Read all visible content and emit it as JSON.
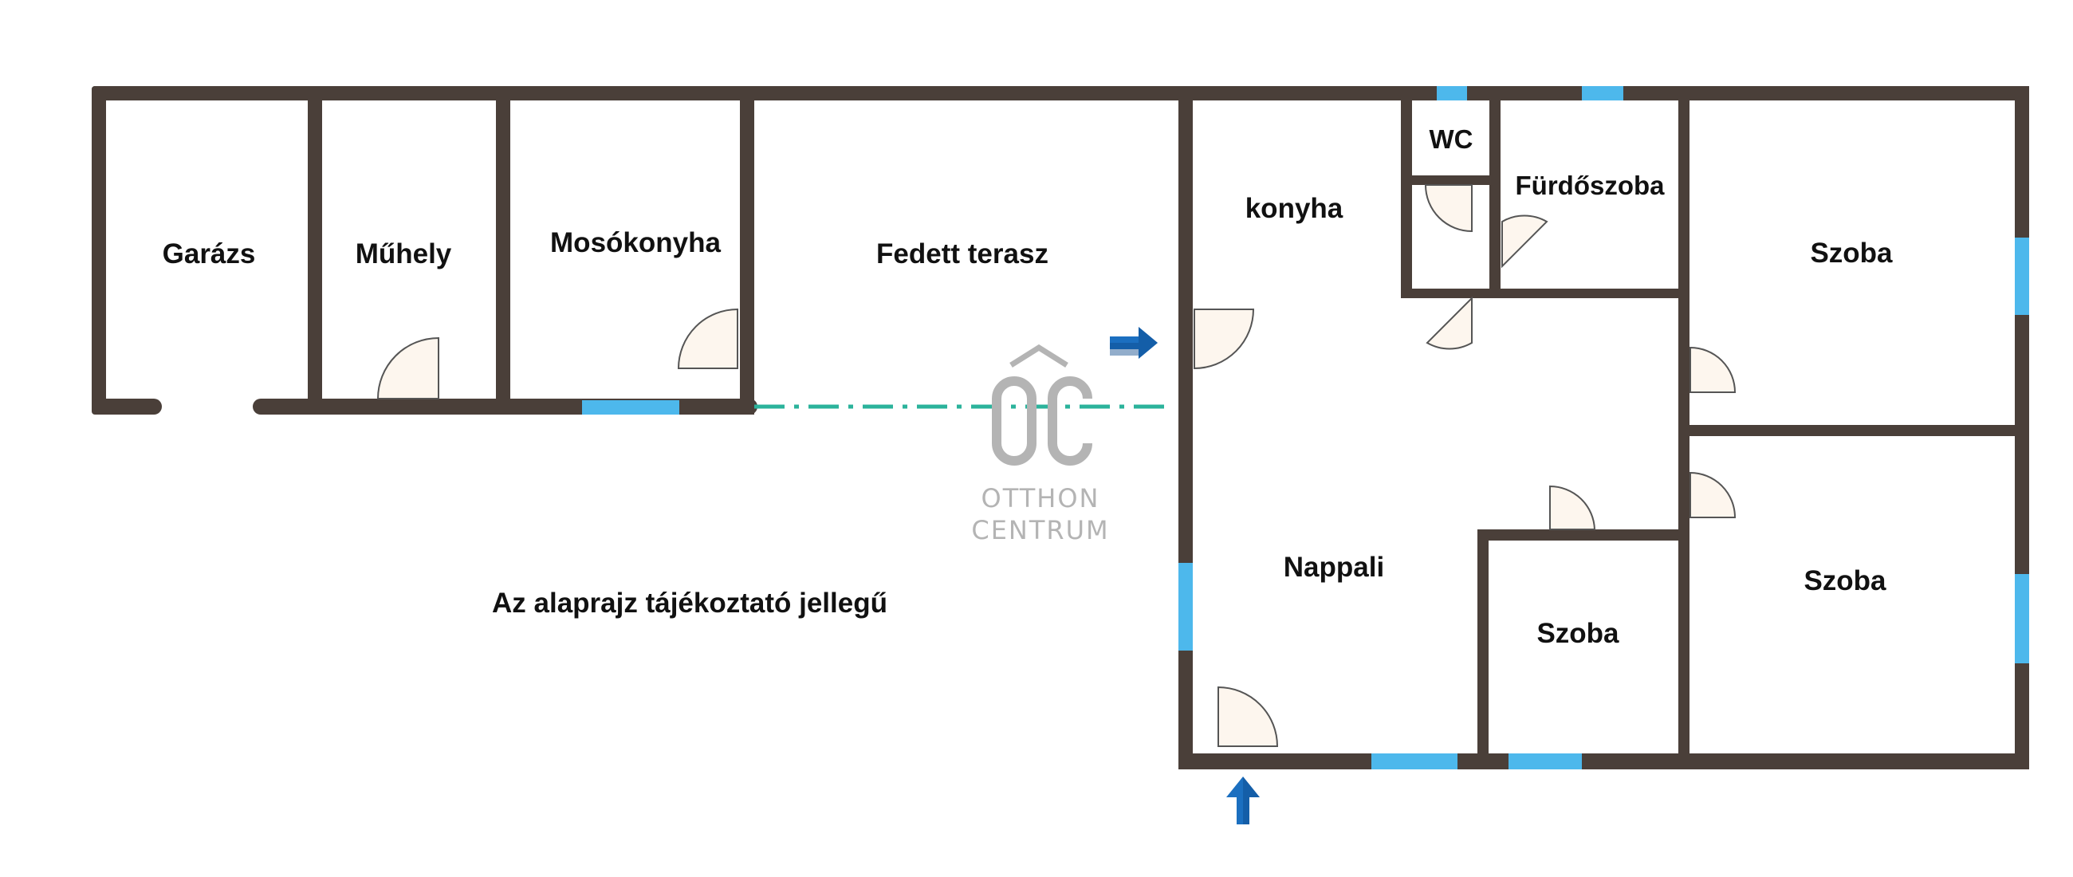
{
  "rooms": {
    "garazs": "Garázs",
    "muhely": "Műhely",
    "mosokonyha": "Mosókonyha",
    "fedett_terasz": "Fedett terasz",
    "konyha": "konyha",
    "wc": "WC",
    "furdoszoba": "Fürdőszoba",
    "szoba_top_right": "Szoba",
    "szoba_bottom_right": "Szoba",
    "nappali": "Nappali",
    "szoba_small": "Szoba"
  },
  "note": "Az alaprajz tájékoztató jellegű",
  "logo": {
    "monogram": "ÔC",
    "line1": "OTTHON",
    "line2": "CENTRUM"
  },
  "colors": {
    "wall": "#4a3f39",
    "window": "#4db8ec",
    "door_fill": "#fdf6ee",
    "terrace_line": "#2bb39b",
    "arrow": "#1b6fc0",
    "logo": "#b4b4b4"
  }
}
